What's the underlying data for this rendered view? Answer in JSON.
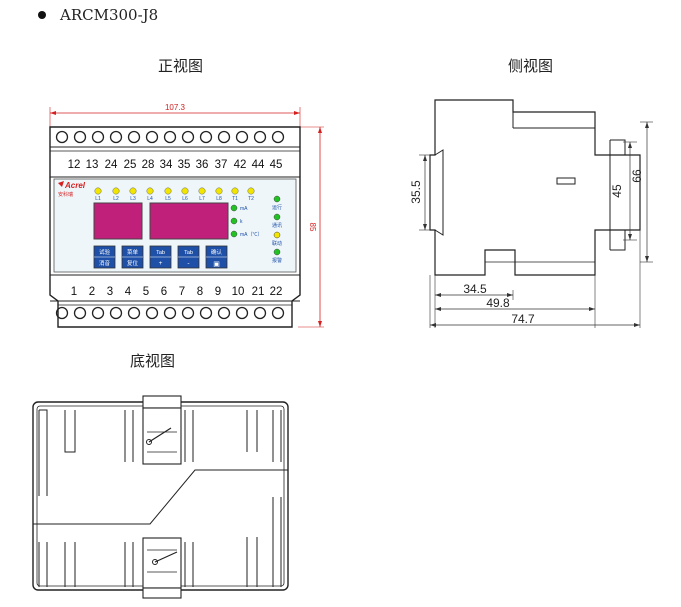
{
  "product": {
    "model": "ARCM300-J8"
  },
  "views": {
    "front": "正视图",
    "side": "侧视图",
    "bottom": "底视图"
  },
  "front": {
    "width_dim": "107.3",
    "height_dim": "85",
    "terminals_top": [
      "12",
      "13",
      "24",
      "25",
      "28",
      "34",
      "35",
      "36",
      "37",
      "42",
      "44",
      "45"
    ],
    "terminals_bottom": [
      "1",
      "2",
      "3",
      "4",
      "5",
      "6",
      "7",
      "8",
      "9",
      "10",
      "21",
      "22"
    ],
    "brand": "Acrel",
    "brand_sub": "安科瑞",
    "leds": [
      "L1",
      "L2",
      "L3",
      "L4",
      "L5",
      "L6",
      "L7",
      "L8",
      "T1",
      "T2"
    ],
    "unit_labels": [
      "mA",
      "k",
      "mA（℃）"
    ],
    "status_labels": [
      "运行",
      "通讯",
      "联动",
      "报警"
    ],
    "buttons": [
      {
        "top": "试验",
        "bottom": "消音"
      },
      {
        "top": "菜单",
        "bottom": "复位"
      },
      {
        "top": "Tab",
        "bottom": "+"
      },
      {
        "top": "Tab",
        "bottom": "-"
      },
      {
        "top": "确认",
        "bottom": "▣"
      }
    ],
    "colors": {
      "accent": "#d42020",
      "led_yellow": "#f2e600",
      "led_green": "#22c222",
      "display": "#c0207a",
      "button": "#1e50a8",
      "panel": "#eef6fa"
    }
  },
  "side": {
    "dims": [
      "35.5",
      "45",
      "66",
      "34.5",
      "49.8",
      "74.7"
    ]
  }
}
